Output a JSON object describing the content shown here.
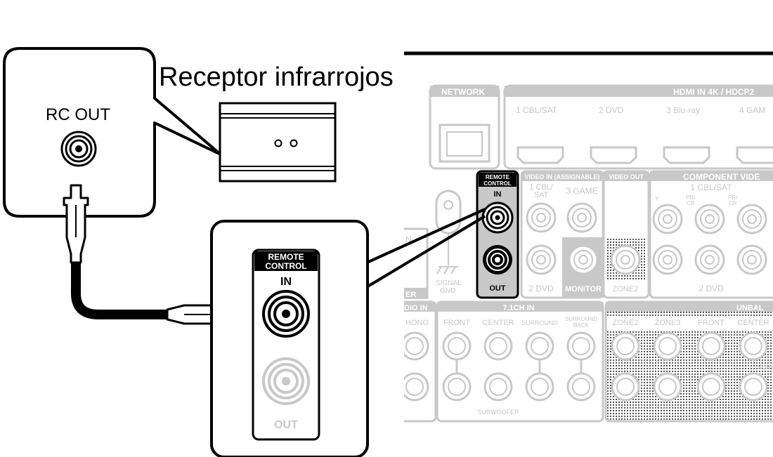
{
  "diagram": {
    "title": "Receptor infrarrojos",
    "rc_out_label": "RC OUT",
    "zoom_panel": {
      "header_line1": "REMOTE",
      "header_line2": "CONTROL",
      "in_label": "IN",
      "out_label": "OUT"
    },
    "receiver_panel": {
      "network_label": "NETWORK",
      "hdmi_label": "HDMI IN   4K / HDCP2",
      "hdmi_inputs": [
        "1 CBL/SAT",
        "2 DVD",
        "3 Blu-ray",
        "4 GAM"
      ],
      "remote_control_line1": "REMOTE",
      "remote_control_line2": "CONTROL",
      "remote_in": "IN",
      "remote_out": "OUT",
      "video_in_label": "VIDEO IN (ASSIGNABLE)",
      "video_out_label": "VIDEO OUT",
      "component_label": "COMPONENT VIDE",
      "video_cbl_sat_line1": "1 CBL/",
      "video_cbl_sat_line2": "SAT",
      "video_game": "3 GAME",
      "video_dvd": "2 DVD",
      "monitor_label": "MONITOR",
      "zone2_video": "ZONE2",
      "component_cbl_sat": "1 CBL/SAT",
      "component_y": "Y",
      "component_pb_line1": "PB/",
      "component_pb_line2": "CB",
      "component_pr_line1": "PR/",
      "component_pr_line2": "CR",
      "component_dvd": "2 DVD",
      "signal_gnd_line1": "SIGNAL",
      "signal_gnd_line2": "GND",
      "audio_in_label": "DIO IN",
      "phono_label": "HONO",
      "ch71_label": "7.1CH IN",
      "ch71_front": "FRONT",
      "ch71_center": "CENTER",
      "ch71_surround": "SURROUND",
      "ch71_surround_back_line1": "SURROUND",
      "ch71_surround_back_line2": "BACK",
      "subwoofer_label": "SUBWOOFER",
      "unbal_label": "UNBAL",
      "out_zone2": "ZONE2",
      "out_zone3": "ZONE3",
      "out_front": "FRONT",
      "out_center": "CENTER",
      "out_subw": "SUBWO",
      "left_n": "N",
      "left_er": "ER"
    }
  },
  "colors": {
    "line": "#000000",
    "panel_gray": "#c8c8c8",
    "panel_text": "#ffffff",
    "background": "#ffffff"
  }
}
